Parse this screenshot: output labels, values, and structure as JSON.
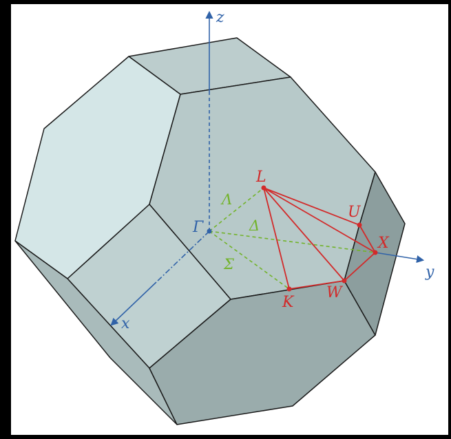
{
  "colors": {
    "background": "#000000",
    "face_light": "#d4e6e7",
    "face_mid": "#b9cbcb",
    "face_dark": "#9fb1b1",
    "face_darker": "#8a9c9c",
    "edge": "#1a1a1a",
    "axis": "#3062a8",
    "high_symmetry_path": "#d22a2a",
    "symmetry_line": "#72b32a"
  },
  "axes": {
    "x": "x",
    "y": "y",
    "z": "z"
  },
  "points": {
    "gamma": "Γ",
    "L": "L",
    "U": "U",
    "X": "X",
    "K": "K",
    "W": "W"
  },
  "lines": {
    "lambda": "Λ",
    "delta": "Δ",
    "sigma": "Σ"
  }
}
